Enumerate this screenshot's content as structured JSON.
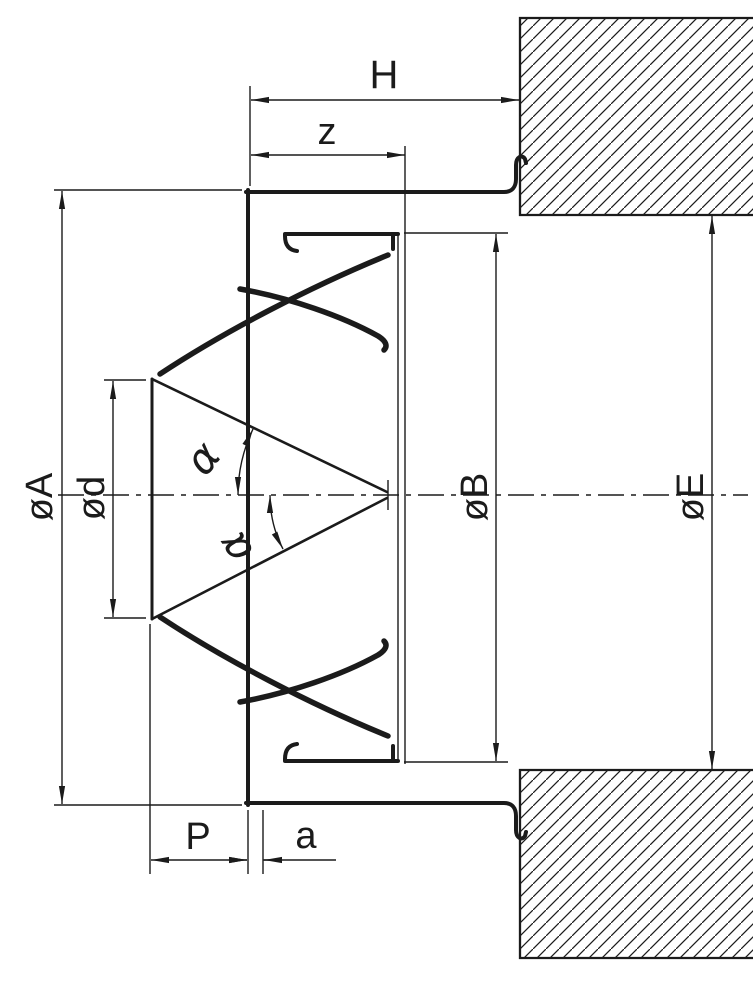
{
  "diagram": {
    "type": "technical-drawing",
    "subject": "wall-mounted-disc-valve-cross-section",
    "colors": {
      "line": "#1b1b1b",
      "background": "#ffffff"
    },
    "labels": {
      "dim_h": "H",
      "dim_z": "z",
      "dia_outer": "øA",
      "dia_disc": "ød",
      "dia_duct": "øB",
      "dia_hole": "øE",
      "dim_p": "P",
      "dim_a": "a",
      "angle_top": "α",
      "angle_bottom": "α"
    }
  }
}
